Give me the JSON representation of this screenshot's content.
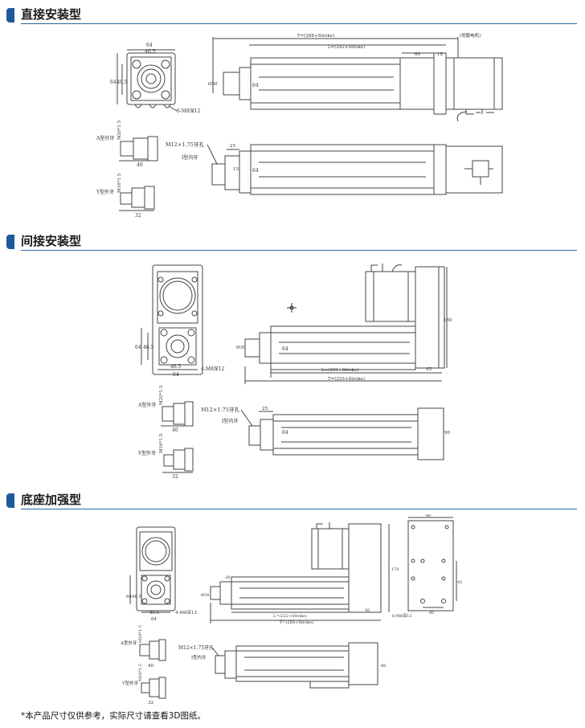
{
  "sections": [
    {
      "title": "直接安装型"
    },
    {
      "title": "间接安装型"
    },
    {
      "title": "底座加强型"
    }
  ],
  "footnote": "*本产品尺寸仅供参考，实际尺寸请查看3D图纸。",
  "direct": {
    "end_w": "64",
    "end_pitch": "46.5",
    "end_h": "64",
    "end_pitch_v": "46.5",
    "screws": "6-M8深12",
    "total": "T=(288+Stroke)",
    "body": "L=(242+Stroke)",
    "motor_note": "(伺服电机)",
    "dim60": "60",
    "dim18": "18",
    "rod_dia": "Ø30",
    "profile_h": "64",
    "thread": "M12×1.75牙孔",
    "dim25": "25",
    "inner": "I型内牙",
    "dim15": "15",
    "a_label": "A型外牙",
    "a_thread": "M20*1.5",
    "a_len": "40",
    "y_label": "Y型外牙",
    "y_thread": "M16*1.5",
    "y_len": "32"
  },
  "indirect": {
    "end_w": "64",
    "end_pitch": "46.5",
    "end_h": "64",
    "end_pitch_v": "46.5",
    "screws": "4-M8深12",
    "motor_h": "180",
    "body": "L=(209+Stroke)",
    "total": "T=(255+Stroke)",
    "dim45": "45",
    "rod_dia": "Ø30",
    "profile_h": "64",
    "thread": "M12×1.75牙孔",
    "dim25": "25",
    "inner": "I型内牙",
    "dim90": "90",
    "a_label": "A型外牙",
    "a_thread": "M20*1.5",
    "a_len": "40",
    "y_label": "Y型外牙",
    "y_thread": "M16*1.5",
    "y_len": "32"
  },
  "base": {
    "end_w": "64",
    "end_pitch": "46.5",
    "end_h": "64",
    "end_pitch_v": "46.5",
    "screws": "4-M8深12",
    "body": "L=(222+Stroke)",
    "total": "T=(268+Stroke)",
    "dim56": "56",
    "dim28": "28",
    "rod_dia": "Ø30",
    "motor_h": "170",
    "plate_w": "80",
    "plate_h": "92",
    "plate_pitch": "60",
    "plate_screws": "6-M8深12",
    "thread": "M12×1.75牙孔",
    "inner": "I型内牙",
    "dim88": "88",
    "a_label": "A型外牙",
    "a_thread": "M20*1.5",
    "a_len": "40",
    "y_label": "Y型外牙",
    "y_thread": "M16*1.5",
    "y_len": "32"
  }
}
